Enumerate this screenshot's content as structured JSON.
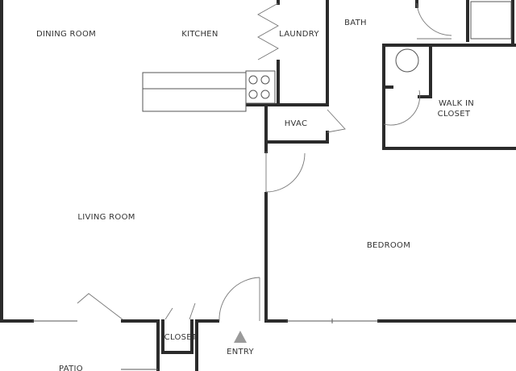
{
  "rooms": {
    "dining_room": "DINING ROOM",
    "kitchen": "KITCHEN",
    "laundry": "LAUNDRY",
    "bath": "BATH",
    "walk_in_closet_line1": "WALK IN",
    "walk_in_closet_line2": "CLOSET",
    "hvac": "HVAC",
    "living_room": "LIVING ROOM",
    "bedroom": "BEDROOM",
    "closet": "CLOSET",
    "patio": "PATIO"
  },
  "entry": {
    "label": "ENTRY",
    "icon": "triangle-up-icon"
  },
  "colors": {
    "wall": "#2b2b2b",
    "marker": "#9a9a9a",
    "label": "#333333"
  }
}
